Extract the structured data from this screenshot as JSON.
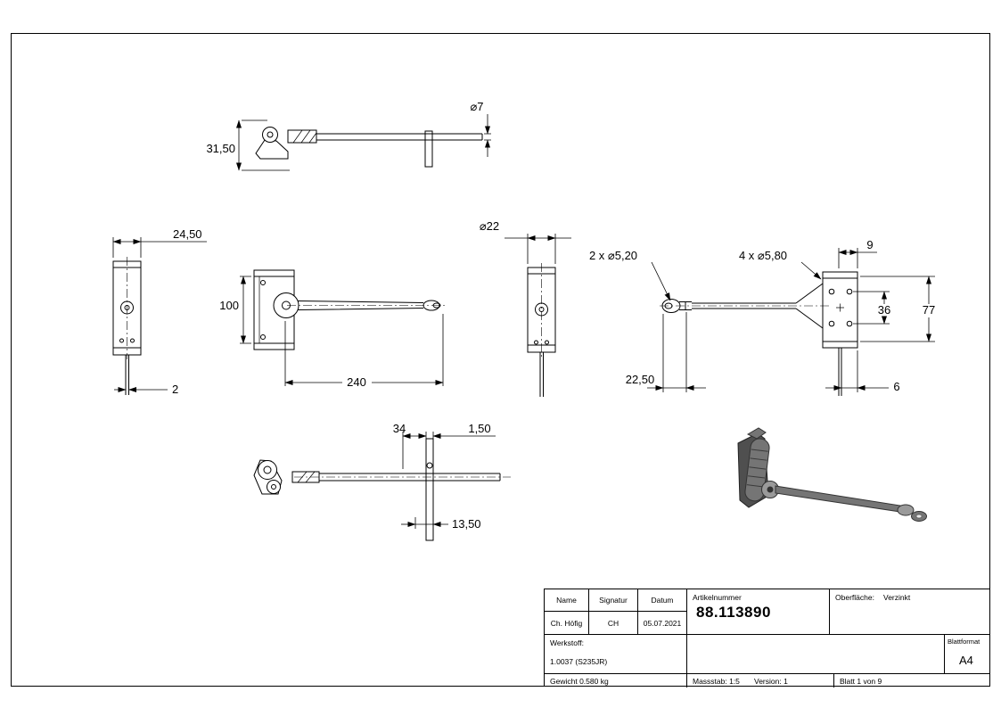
{
  "colors": {
    "bg": "#ffffff",
    "line-color": "#000000",
    "iso-dark": "#4f4f4f",
    "iso-mid": "#757575",
    "iso-light": "#9a9a9a"
  },
  "dims": {
    "side_height": "31,50",
    "rod_dia": "⌀7",
    "end_width": "24,50",
    "bar_thickness": "2",
    "housing_length": "100",
    "arm_length": "240",
    "cyl_dia": "⌀22",
    "fork_holes": "2 x ⌀5,20",
    "mount_holes": "4 x ⌀5,80",
    "hole_offset": "9",
    "hole_spacing": "36",
    "mount_height": "77",
    "fork_length": "22,50",
    "bar_offset": "6",
    "plate_offset": "34",
    "plate_thickness": "1,50",
    "plate_depth": "13,50"
  },
  "title_block": {
    "name_header": "Name",
    "signatur_header": "Signatur",
    "datum_header": "Datum",
    "artikelnummer_header": "Artikelnummer",
    "oberflaeche_label": "Oberfläche:",
    "oberflaeche_value": "Verzinkt",
    "name": "Ch. Höfig",
    "signatur": "CH",
    "datum": "05.07.2021",
    "artikelnummer": "88.113890",
    "werkstoff_label": "Werkstoff:",
    "werkstoff": "1.0037 (S235JR)",
    "blattformat_label": "Blattformat",
    "blattformat": "A4",
    "gewicht": "Gewicht 0.580 kg",
    "massstab": "Massstab: 1:5",
    "version": "Version: 1",
    "blatt": "Blatt 1 von 9"
  }
}
